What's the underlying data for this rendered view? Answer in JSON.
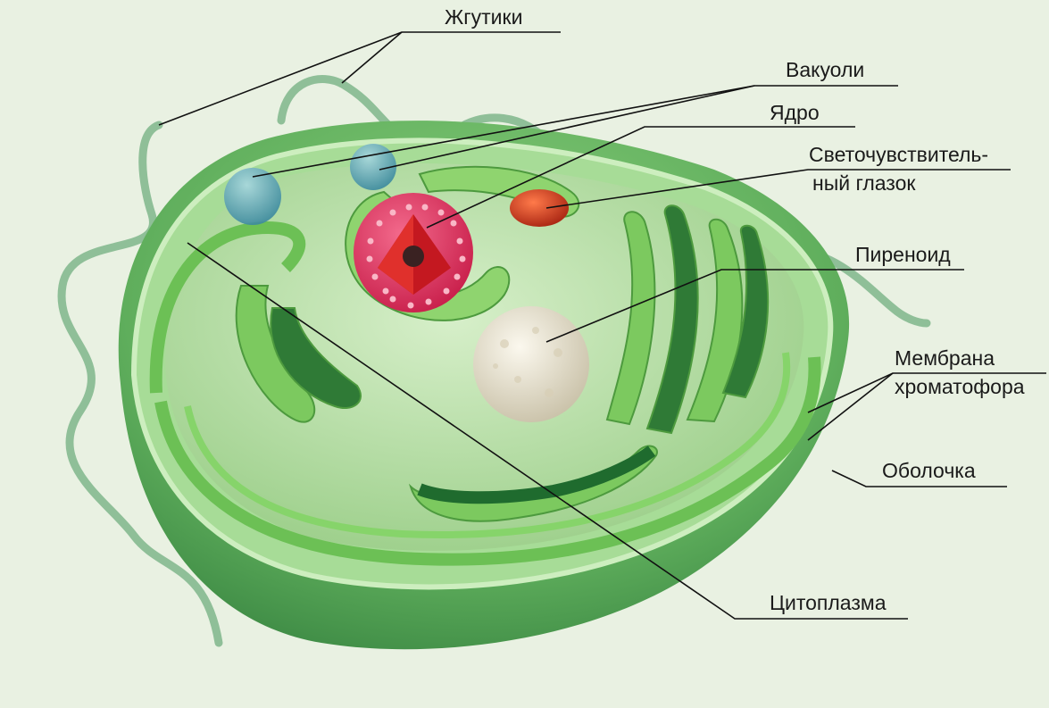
{
  "labels": {
    "flagella": "Жгутики",
    "vacuoles": "Вакуоли",
    "nucleus": "Ядро",
    "eyespot_line1": "Светочувствитель-",
    "eyespot_line2": "ный глазок",
    "pyrenoid": "Пиреноид",
    "chromatophore_line1": "Мембрана",
    "chromatophore_line2": "хроматофора",
    "pellicle": "Оболочка",
    "cytoplasm": "Цитоплазма"
  },
  "colors": {
    "background": "#e9f1e2",
    "shell_outer": "#5fae5c",
    "shell_rim": "#9fd98f",
    "cytoplasm": "#bfe3b0",
    "chromatophore": "#7cc95f",
    "chromatophore_dark": "#1f6b2e",
    "nucleus": "#e0305a",
    "nucleus_core": "#c41820",
    "pyrenoid": "#ece6d6",
    "eyespot": "#c8381c",
    "vacuole": "#4d9bb0",
    "flagellum": "#9cc9a4"
  }
}
